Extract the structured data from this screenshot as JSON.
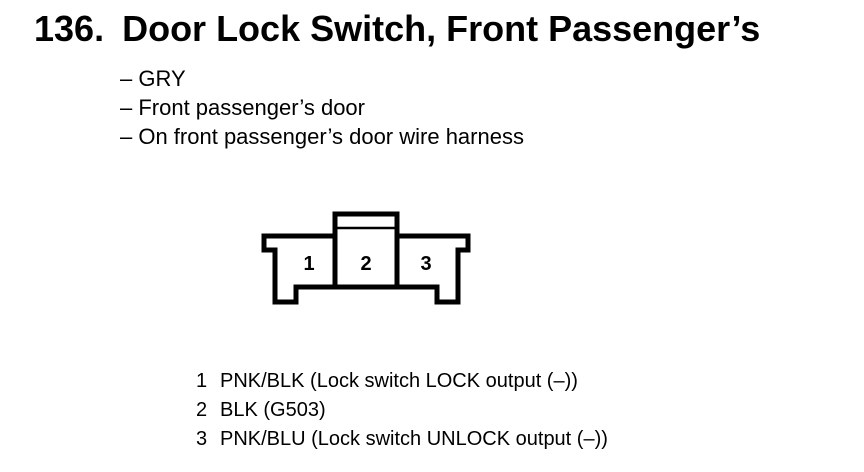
{
  "header": {
    "number": "136.",
    "title": "Door Lock Switch, Front Passenger’s"
  },
  "details": [
    "– GRY",
    "– Front passenger’s door",
    "– On front passenger’s door wire harness"
  ],
  "connector": {
    "pins": [
      "1",
      "2",
      "3"
    ]
  },
  "pin_list": [
    {
      "pin": "1",
      "text": "PNK/BLK (Lock switch LOCK output (–))"
    },
    {
      "pin": "2",
      "text": "BLK (G503)"
    },
    {
      "pin": "3",
      "text": "PNK/BLU (Lock switch UNLOCK output (–))"
    }
  ]
}
